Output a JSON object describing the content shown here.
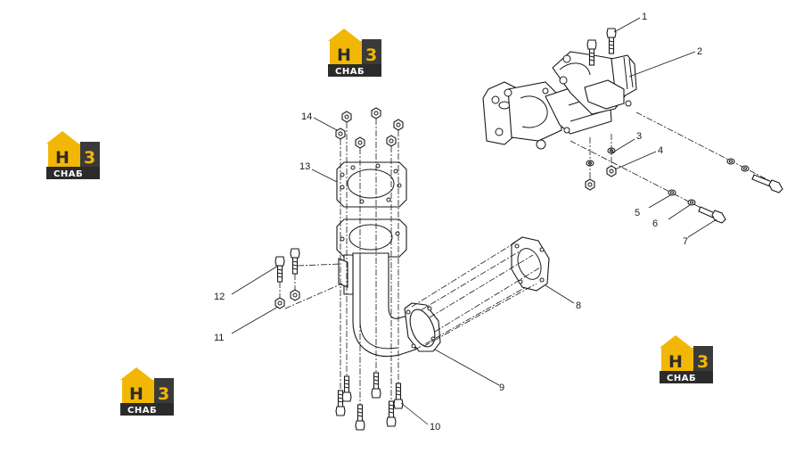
{
  "watermark": {
    "line1_left": "H",
    "line1_right": "3",
    "line2": "СНАБ",
    "accent": "#f2b705",
    "dark": "#2b2b2b"
  },
  "callouts": [
    "1",
    "2",
    "3",
    "4",
    "5",
    "6",
    "7",
    "8",
    "9",
    "10",
    "11",
    "12",
    "13",
    "14"
  ]
}
